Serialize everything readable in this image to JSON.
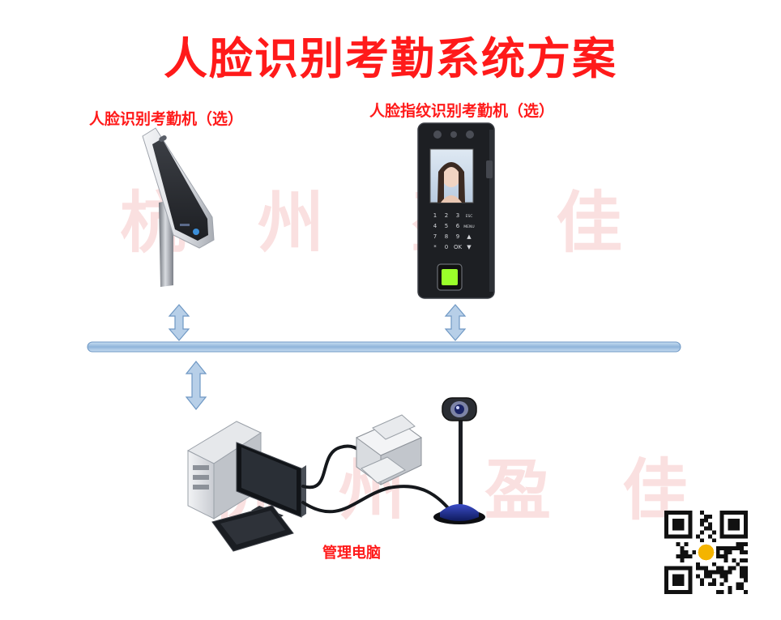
{
  "title": "人脸识别考勤系统方案",
  "devices": {
    "face_terminal_label": "人脸识别考勤机（选）",
    "fingerprint_terminal_label": "人脸指纹识别考勤机（选）",
    "pc_label": "管理电脑"
  },
  "watermark": {
    "chars_row1": [
      "杭",
      "州",
      "盈",
      "佳"
    ],
    "chars_row2": [
      "杭",
      "州",
      "盈",
      "佳"
    ]
  },
  "keypad": {
    "keys": [
      "1",
      "2",
      "3",
      "ESC",
      "4",
      "5",
      "6",
      "MENU",
      "7",
      "8",
      "9",
      "▲",
      "*",
      "0",
      "OK",
      "▼"
    ]
  },
  "colors": {
    "title": "#ff1a1a",
    "bus": "#a8c8e8",
    "watermark": "#f9d6d6"
  }
}
